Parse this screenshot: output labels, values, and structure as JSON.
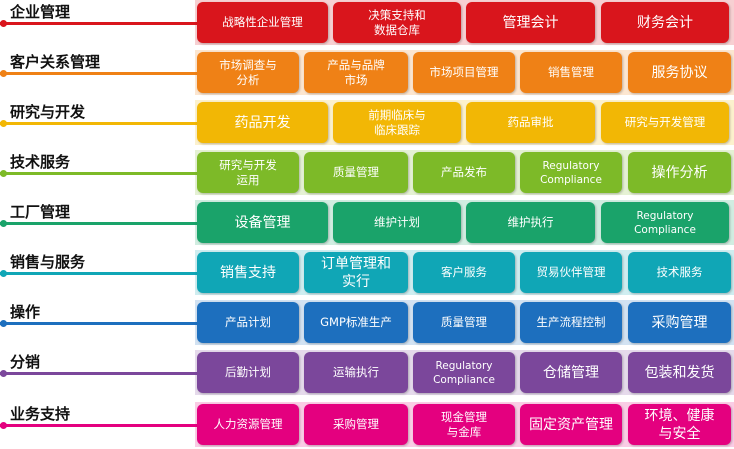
{
  "rows": [
    {
      "category": "企业管理",
      "color": "#d9151c",
      "items": [
        "战略性企业管理",
        "决策支持和\n数据仓库",
        "管理会计",
        "财务会计"
      ]
    },
    {
      "category": "客户关系管理",
      "color": "#ef8116",
      "items": [
        "市场调查与\n分析",
        "产品与品牌\n市场",
        "市场项目管理",
        "销售管理",
        "服务协议"
      ]
    },
    {
      "category": "研究与开发",
      "color": "#f2b705",
      "items": [
        "药品开发",
        "前期临床与\n临床跟踪",
        "药品审批",
        "研究与开发管理"
      ]
    },
    {
      "category": "技术服务",
      "color": "#7dba28",
      "items": [
        "研究与开发\n运用",
        "质量管理",
        "产品发布",
        "Regulatory\nCompliance",
        "操作分析"
      ]
    },
    {
      "category": "工厂管理",
      "color": "#1aa36a",
      "items": [
        "设备管理",
        "维护计划",
        "维护执行",
        "Regulatory Compliance"
      ]
    },
    {
      "category": "销售与服务",
      "color": "#10a6b6",
      "items": [
        "销售支持",
        "订单管理和\n实行",
        "客户服务",
        "贸易伙伴管理",
        "技术服务"
      ]
    },
    {
      "category": "操作",
      "color": "#1d6fbe",
      "items": [
        "产品计划",
        "GMP标准生产",
        "质量管理",
        "生产流程控制",
        "采购管理"
      ]
    },
    {
      "category": "分销",
      "color": "#7b479b",
      "items": [
        "后勤计划",
        "运输执行",
        "Regulatory\nCompliance",
        "仓储管理",
        "包装和发货"
      ]
    },
    {
      "category": "业务支持",
      "color": "#e4007f",
      "items": [
        "人力资源管理",
        "采购管理",
        "现金管理\n与金库",
        "固定资产管理",
        "环境、健康\n与安全"
      ]
    }
  ]
}
